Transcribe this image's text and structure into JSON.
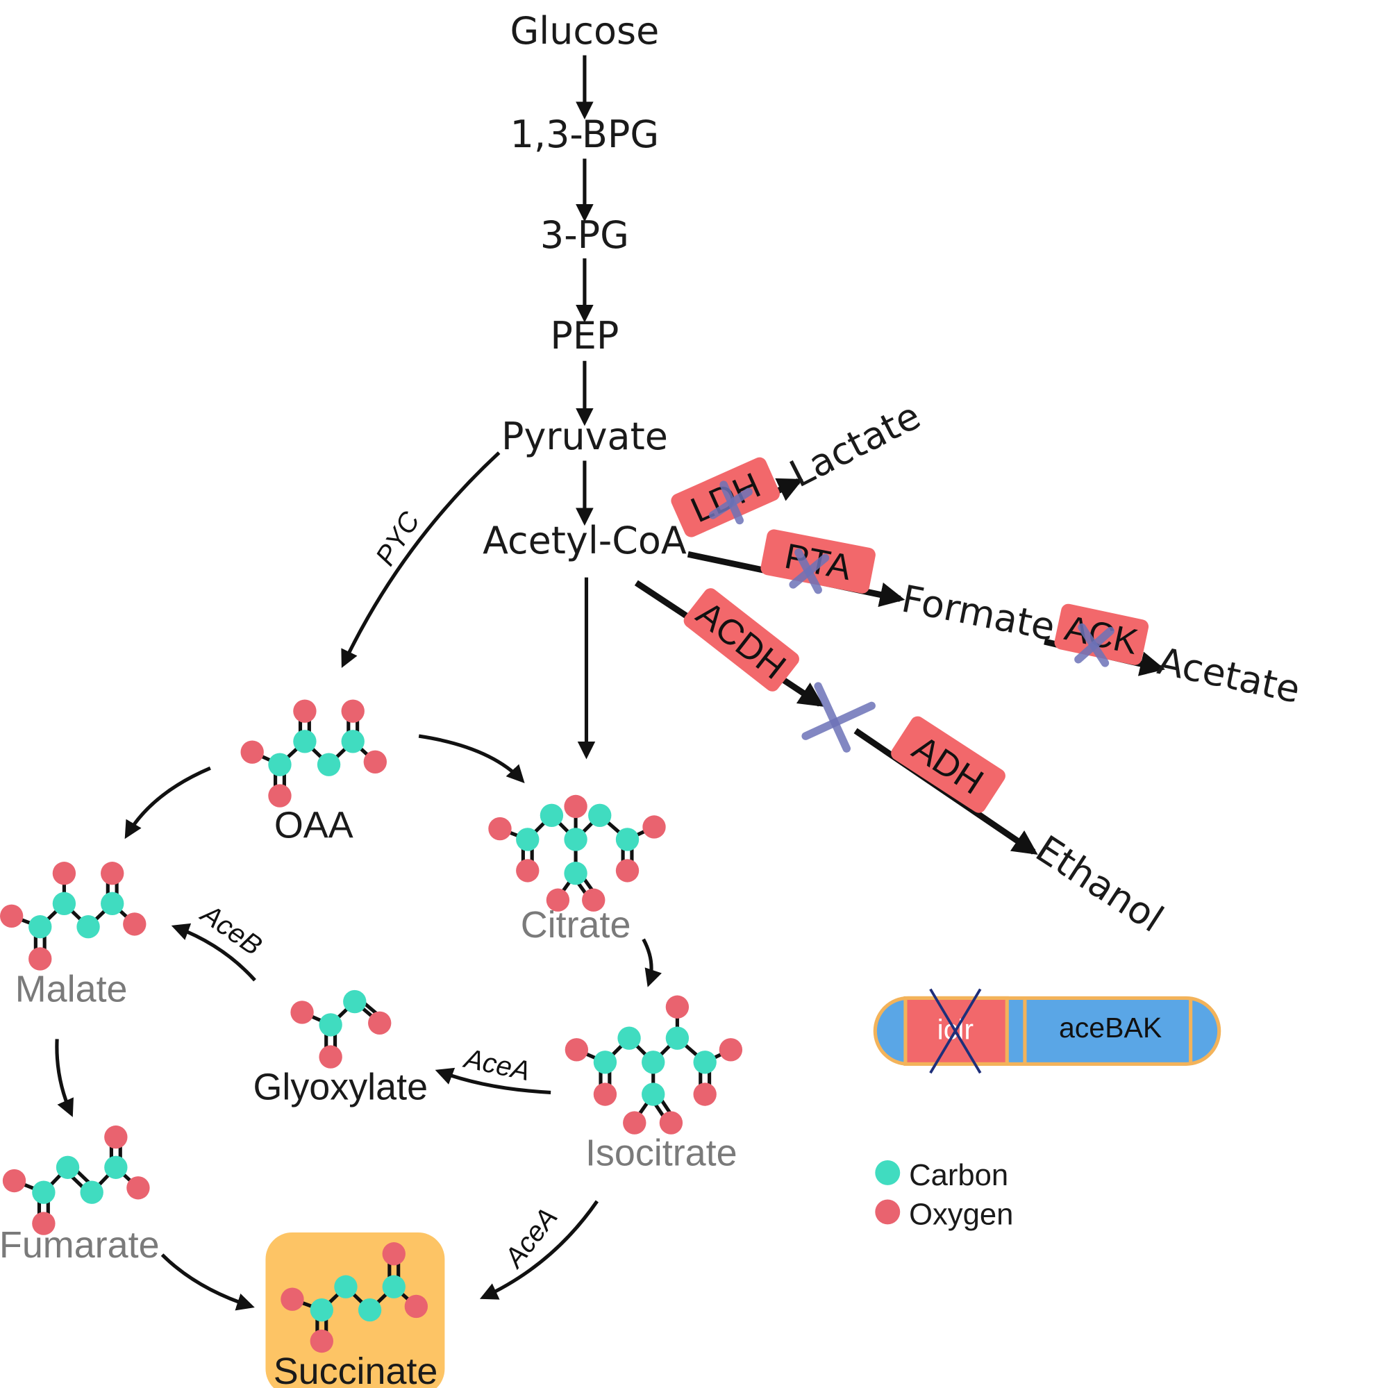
{
  "metabolites": {
    "glucose": "Glucose",
    "bpg": "1,3-BPG",
    "pg3": "3-PG",
    "pep": "PEP",
    "pyruvate": "Pyruvate",
    "acetyl_coa": "Acetyl-CoA",
    "lactate": "Lactate",
    "formate": "Formate",
    "acetate": "Acetate",
    "ethanol": "Ethanol",
    "oaa": "OAA",
    "citrate": "Citrate",
    "malate": "Malate",
    "glyoxylate": "Glyoxylate",
    "isocitrate": "Isocitrate",
    "fumarate": "Fumarate",
    "succinate": "Succinate"
  },
  "enzymes": {
    "pyc": "PYC",
    "aceb": "AceB",
    "acea_glyoxylate": "AceA",
    "acea_succinate": "AceA"
  },
  "knocked_out_enzymes": {
    "ldh": "LDH",
    "pta": "PTA",
    "acdh": "ACDH",
    "ack": "ACK",
    "adh": "ADH"
  },
  "gene_cassette": {
    "deleted_gene": "iclr",
    "overexpressed_gene": "aceBAK"
  },
  "legend": {
    "carbon": "Carbon",
    "oxygen": "Oxygen"
  },
  "colors": {
    "carbon": "#40dcc0",
    "oxygen": "#e9636f",
    "enzyme_box": "#f2686b",
    "knockout_cross": "#6d73b8",
    "succinate_highlight": "#fdc465",
    "cassette_blue": "#5aa6e6",
    "cassette_border": "#f3b35a"
  }
}
